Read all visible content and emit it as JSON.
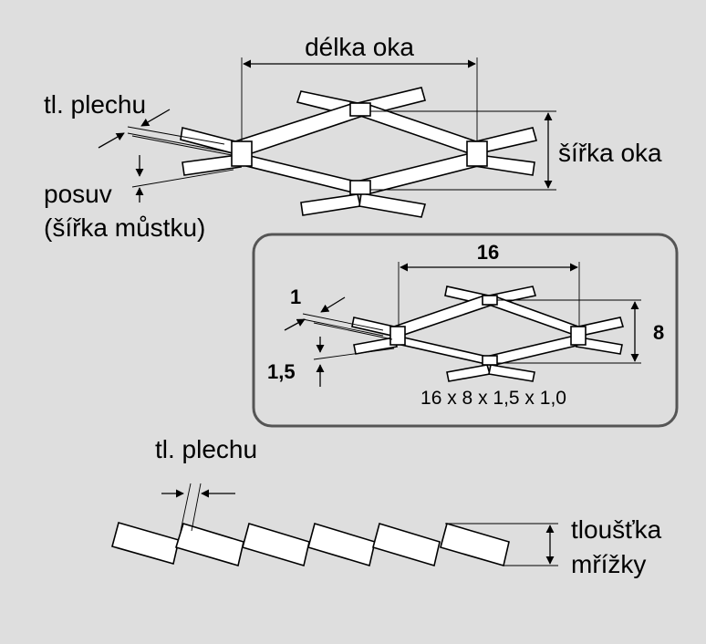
{
  "main_diagram": {
    "mesh_length_label": "délka oka",
    "mesh_width_label": "šířka oka",
    "sheet_thickness_label": "tl. plechu",
    "feed_label": "posuv",
    "bridge_width_label": "(šířka můstku)"
  },
  "example": {
    "mesh_length_value": "16",
    "mesh_width_value": "8",
    "sheet_thickness_value": "1",
    "feed_value": "1,5",
    "designation": "16 x 8 x 1,5 x 1,0"
  },
  "section": {
    "sheet_thickness_label": "tl. plechu",
    "grid_thickness_label_line1": "tloušťka",
    "grid_thickness_label_line2": "mřížky"
  },
  "colors": {
    "background": "#dedede",
    "strip_fill": "#ffffff",
    "line": "#000000",
    "frame_border": "#555555"
  }
}
